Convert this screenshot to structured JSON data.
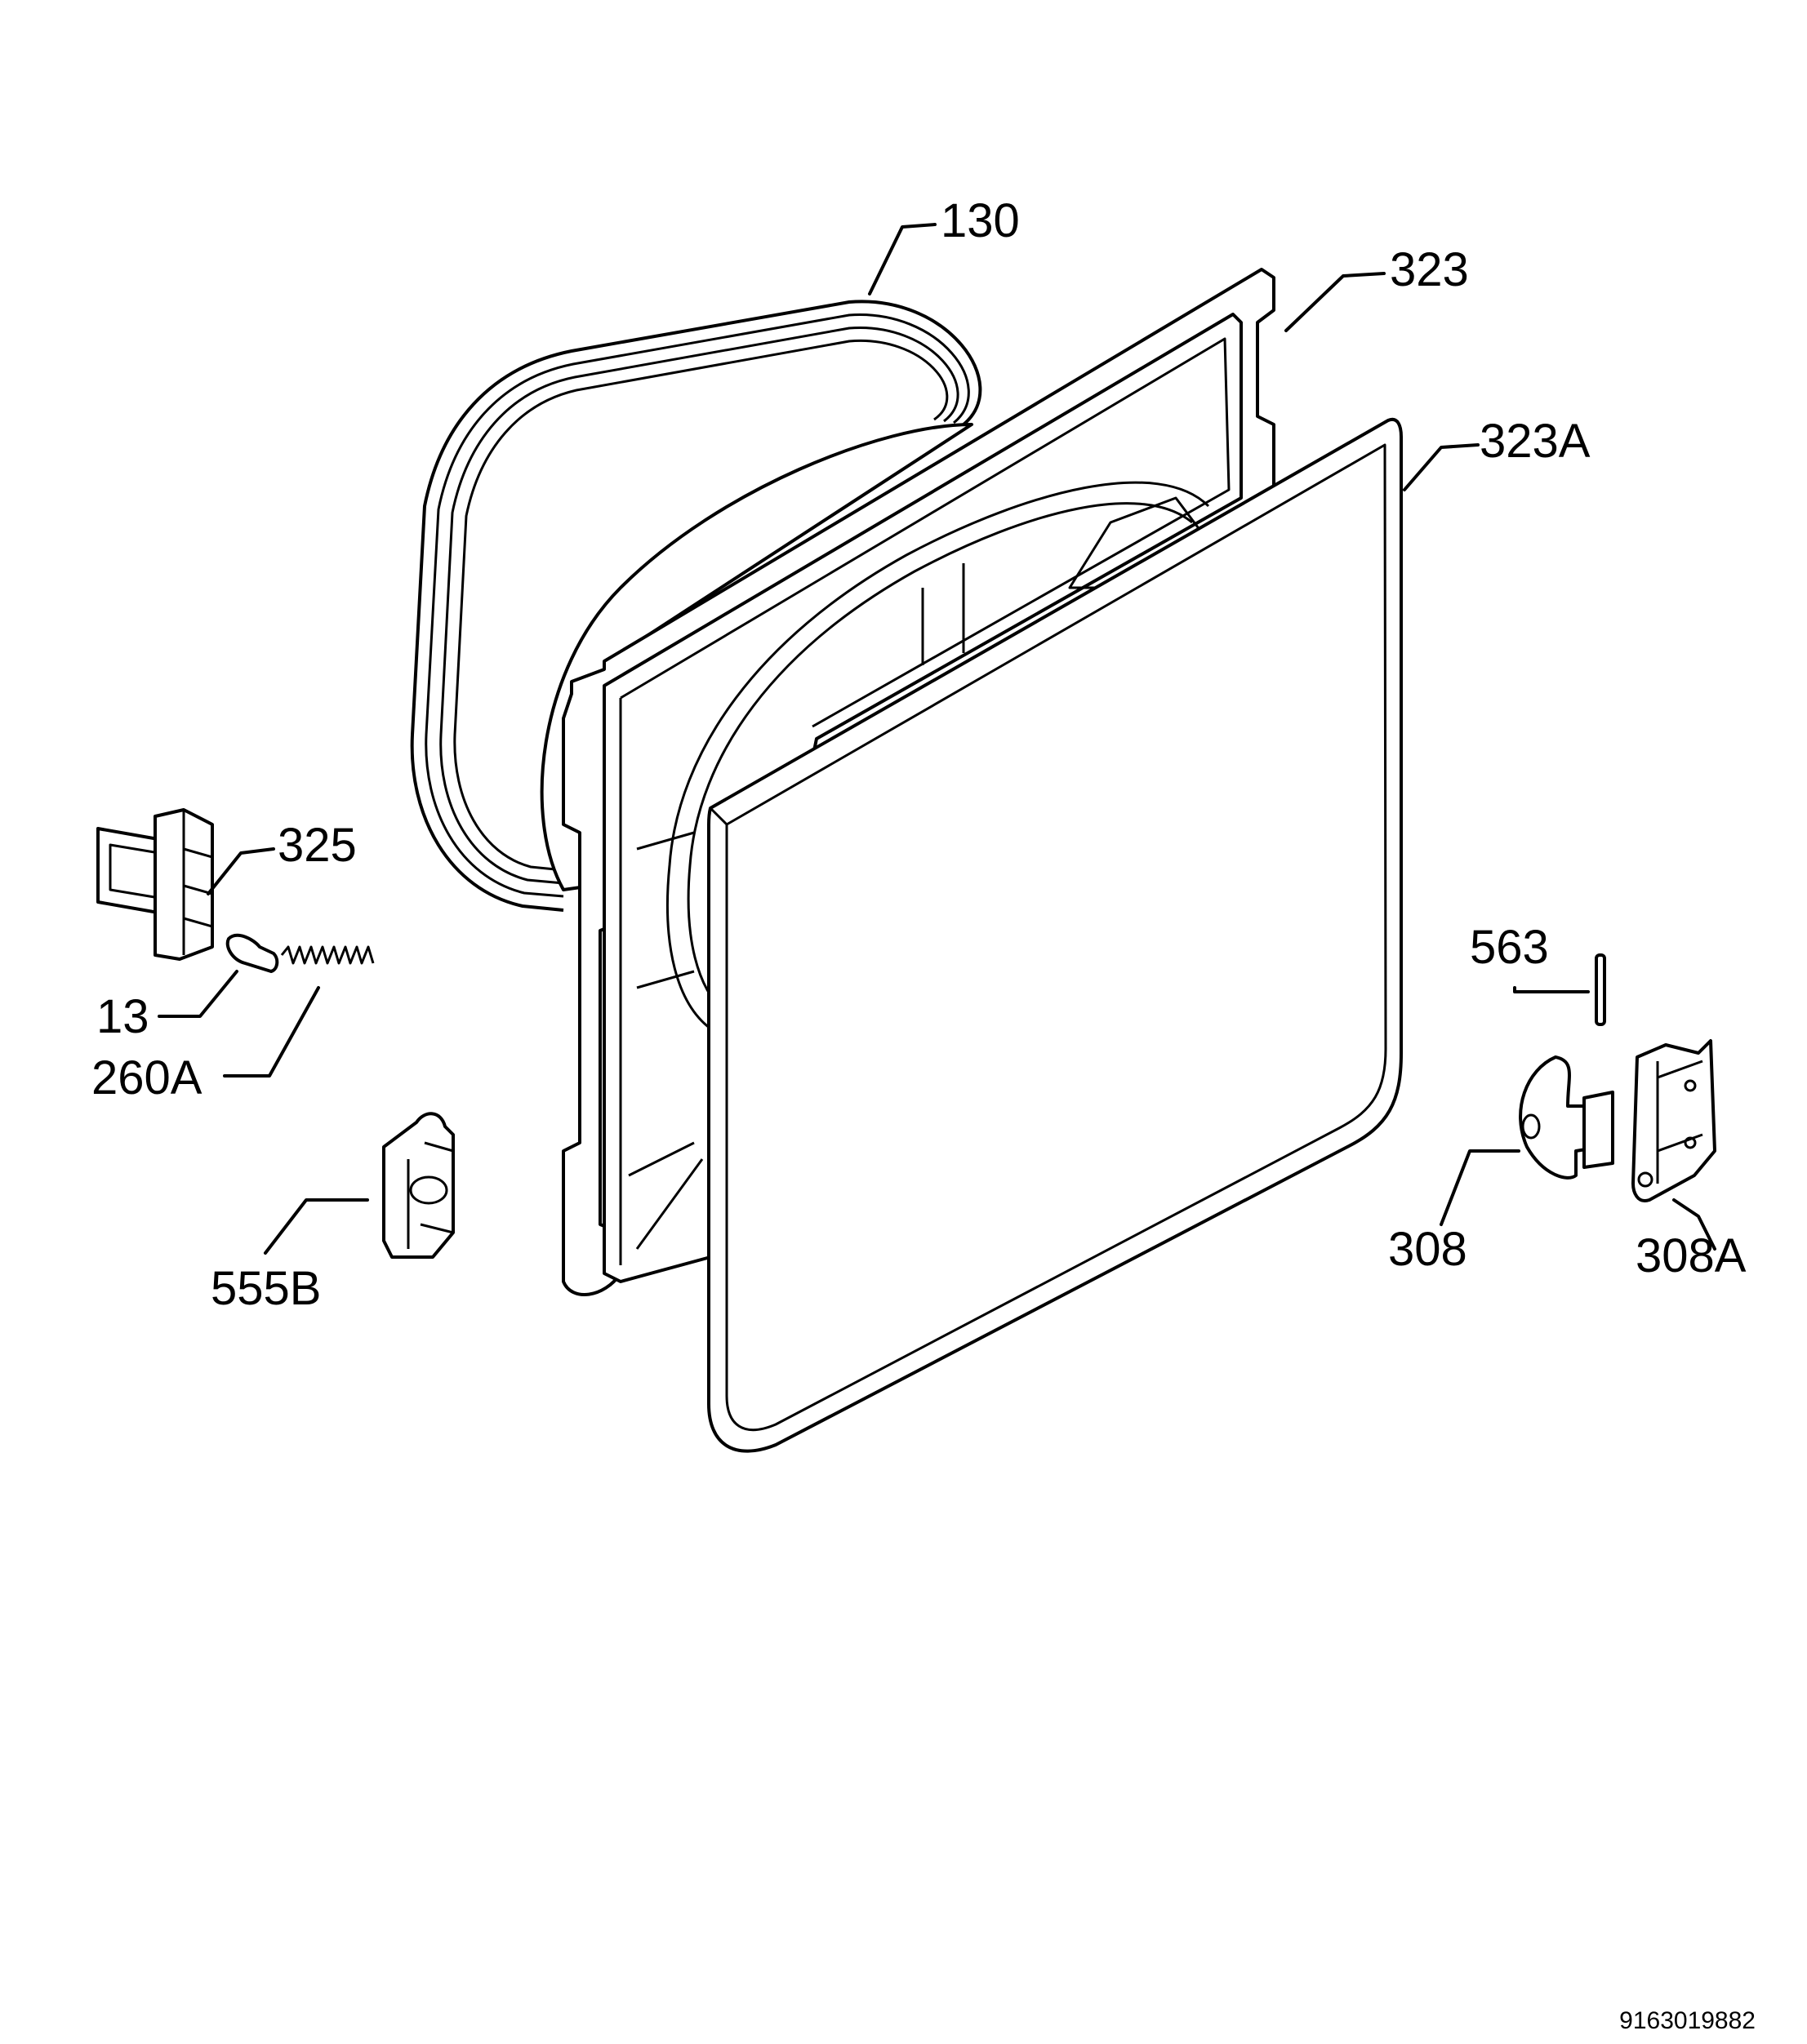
{
  "diagram": {
    "type": "exploded-parts-view",
    "document_id": "9163019882",
    "callouts": [
      {
        "id": "130",
        "label": "130"
      },
      {
        "id": "323",
        "label": "323"
      },
      {
        "id": "323A",
        "label": "323A"
      },
      {
        "id": "325",
        "label": "325"
      },
      {
        "id": "13",
        "label": "13"
      },
      {
        "id": "260A",
        "label": "260A"
      },
      {
        "id": "555B",
        "label": "555B"
      },
      {
        "id": "563",
        "label": "563"
      },
      {
        "id": "308",
        "label": "308"
      },
      {
        "id": "308A",
        "label": "308A"
      }
    ]
  },
  "colors": {
    "line": "#000000",
    "fill": "#ffffff",
    "background": "#ffffff"
  }
}
